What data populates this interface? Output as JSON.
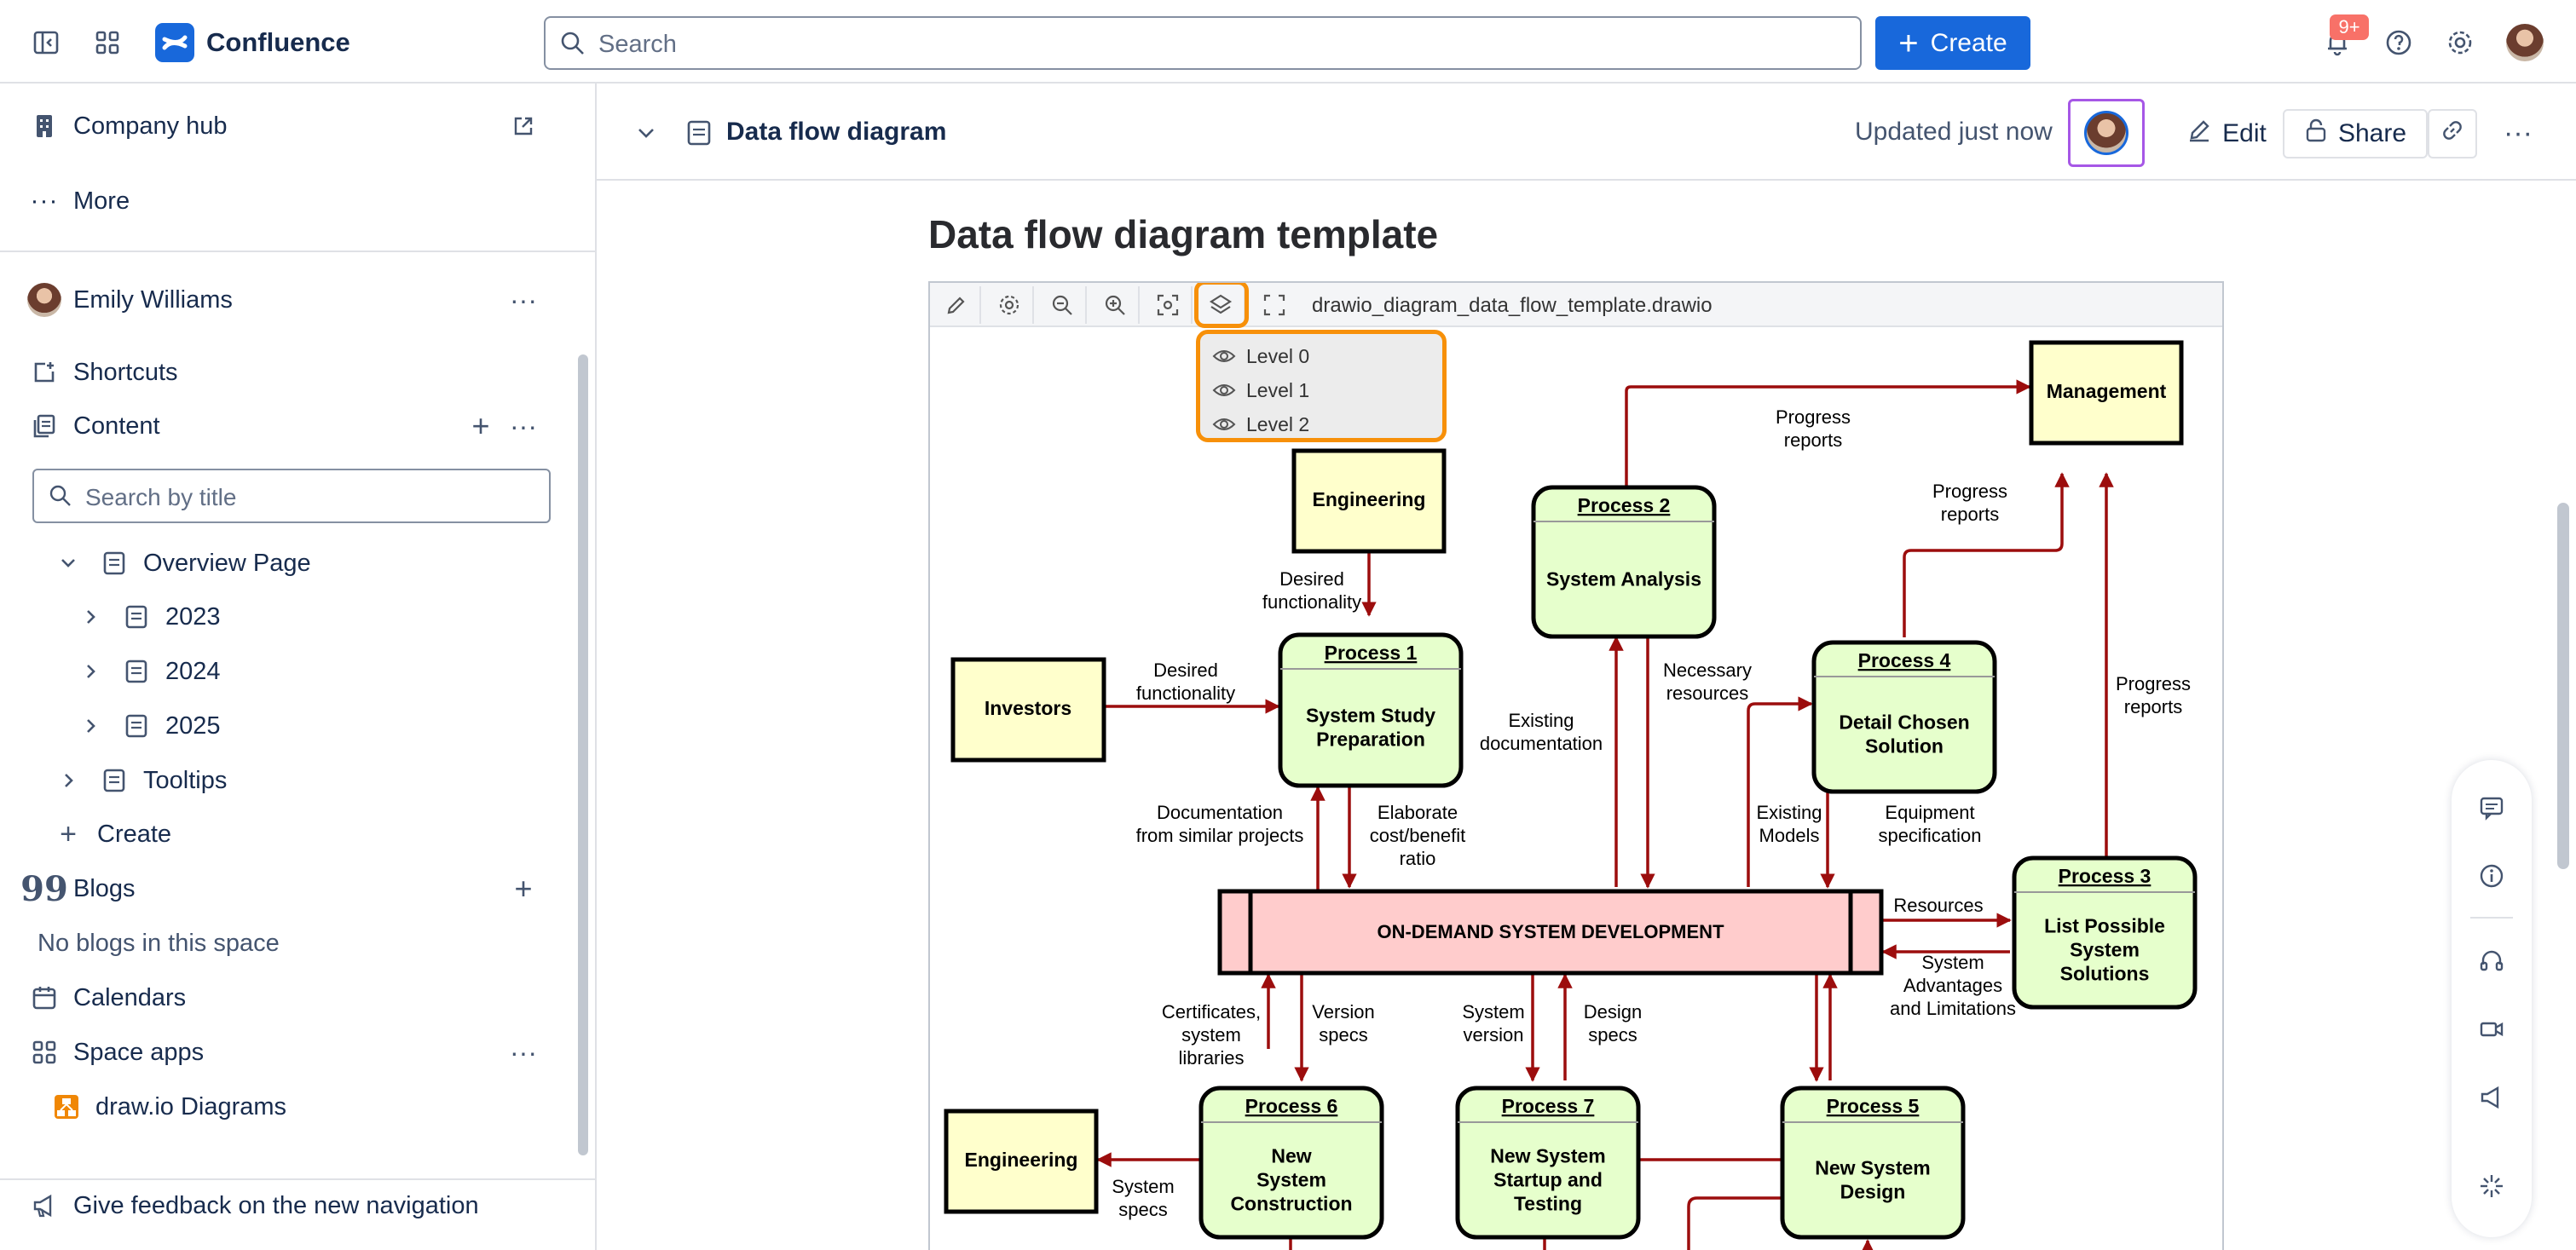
{
  "topbar": {
    "app_name": "Confluence",
    "search_placeholder": "Search",
    "create_label": "Create",
    "notification_badge": "9+"
  },
  "sidebar": {
    "company_hub": "Company hub",
    "more": "More",
    "user_name": "Emily Williams",
    "shortcuts": "Shortcuts",
    "content": "Content",
    "search_placeholder": "Search by title",
    "tree": {
      "overview": "Overview Page",
      "y2023": "2023",
      "y2024": "2024",
      "y2025": "2025",
      "tooltips": "Tooltips",
      "create": "Create"
    },
    "blogs": "Blogs",
    "no_blogs": "No blogs in this space",
    "calendars": "Calendars",
    "space_apps": "Space apps",
    "drawio": "draw.io Diagrams",
    "feedback": "Give feedback on the new navigation"
  },
  "content_header": {
    "page_name": "Data flow diagram",
    "updated": "Updated just now",
    "edit": "Edit",
    "share": "Share"
  },
  "page": {
    "title": "Data flow diagram template"
  },
  "drawio": {
    "filename": "drawio_diagram_data_flow_template.drawio",
    "layers": [
      "Level 0",
      "Level 1",
      "Level 2"
    ]
  },
  "diagram": {
    "management": "Management",
    "engineering_top": "Engineering",
    "investors": "Investors",
    "engineering_bottom": "Engineering",
    "p1_head": "Process 1",
    "p1_body": [
      "System Study",
      "Preparation"
    ],
    "p2_head": "Process 2",
    "p2_body": [
      "System Analysis"
    ],
    "p3_head": "Process 3",
    "p3_body": [
      "List Possible",
      "System",
      "Solutions"
    ],
    "p4_head": "Process 4",
    "p4_body": [
      "Detail Chosen",
      "Solution"
    ],
    "p5_head": "Process 5",
    "p5_body": [
      "New System",
      "Design"
    ],
    "p6_head": "Process 6",
    "p6_body": [
      "New",
      "System",
      "Construction"
    ],
    "p7_head": "Process 7",
    "p7_body": [
      "New System",
      "Startup and",
      "Testing"
    ],
    "store": "ON-DEMAND SYSTEM DEVELOPMENT",
    "labels": {
      "progress1": [
        "Progress",
        "reports"
      ],
      "progress2": [
        "Progress",
        "reports"
      ],
      "progress3": [
        "Progress",
        "reports"
      ],
      "desired1": [
        "Desired",
        "functionality"
      ],
      "desired2": [
        "Desired",
        "functionality"
      ],
      "existing_doc": [
        "Existing",
        "documentation"
      ],
      "necessary": [
        "Necessary",
        "resources"
      ],
      "doc_similar": [
        "Documentation",
        "from similar projects"
      ],
      "elaborate": [
        "Elaborate",
        "cost/benefit",
        "ratio"
      ],
      "existing_models": [
        "Existing",
        "Models"
      ],
      "equipment": [
        "Equipment",
        "specification"
      ],
      "resources": [
        "Resources"
      ],
      "sys_adv": [
        "System",
        "Advantages",
        "and Limitations"
      ],
      "certificates": [
        "Certificates,",
        "system",
        "libraries"
      ],
      "version_specs": [
        "Version",
        "specs"
      ],
      "system_version": [
        "System",
        "version"
      ],
      "design_specs": [
        "Design",
        "specs"
      ],
      "system_specs": [
        "System",
        "specs"
      ]
    }
  }
}
